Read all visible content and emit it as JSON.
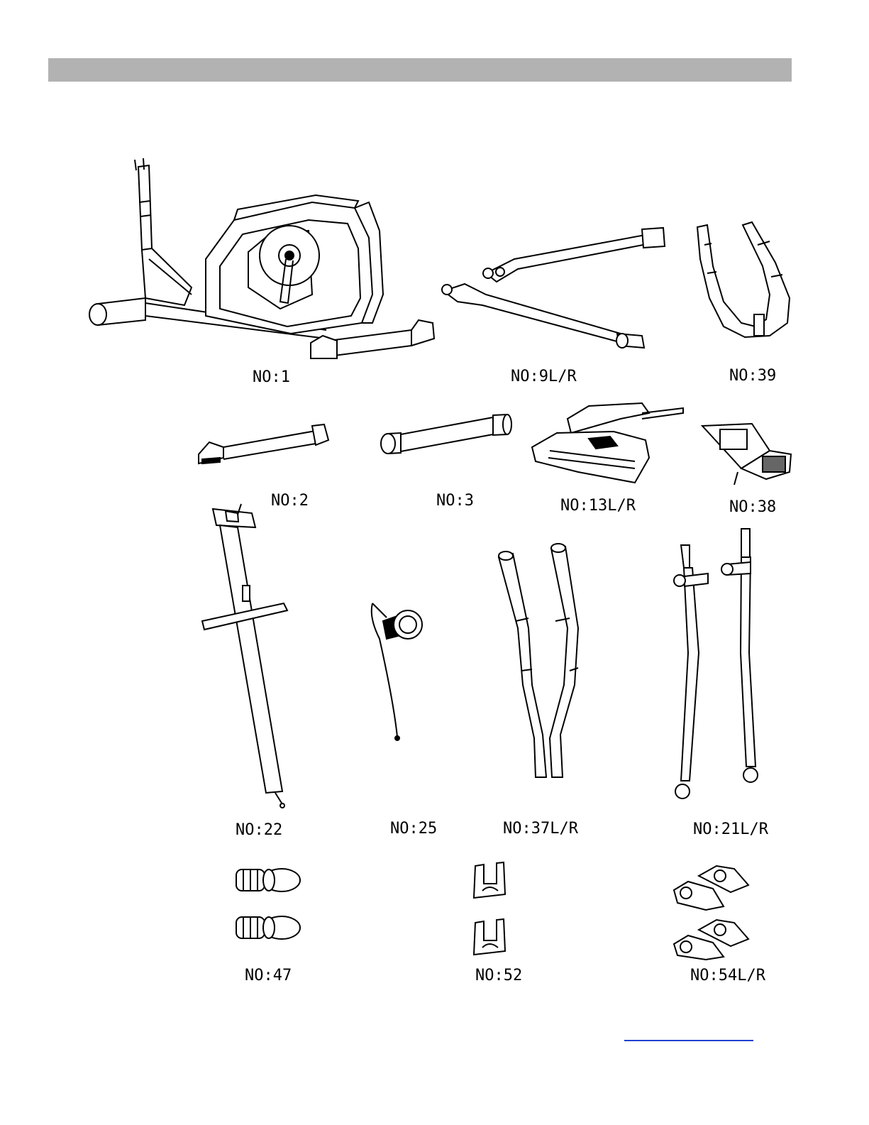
{
  "page": {
    "header_bar_color": "#b2b2b2",
    "link_color": "#1f3fd0"
  },
  "parts": [
    {
      "id": "p1",
      "label": "NO:1"
    },
    {
      "id": "p9",
      "label": "NO:9L/R"
    },
    {
      "id": "p39",
      "label": "NO:39"
    },
    {
      "id": "p2",
      "label": "NO:2"
    },
    {
      "id": "p3",
      "label": "NO:3"
    },
    {
      "id": "p13",
      "label": "NO:13L/R"
    },
    {
      "id": "p38",
      "label": "NO:38"
    },
    {
      "id": "p22",
      "label": "NO:22"
    },
    {
      "id": "p25",
      "label": "NO:25"
    },
    {
      "id": "p37",
      "label": "NO:37L/R"
    },
    {
      "id": "p21",
      "label": "NO:21L/R"
    },
    {
      "id": "p47",
      "label": "NO:47"
    },
    {
      "id": "p52",
      "label": "NO:52"
    },
    {
      "id": "p54",
      "label": "NO:54L/R"
    }
  ]
}
